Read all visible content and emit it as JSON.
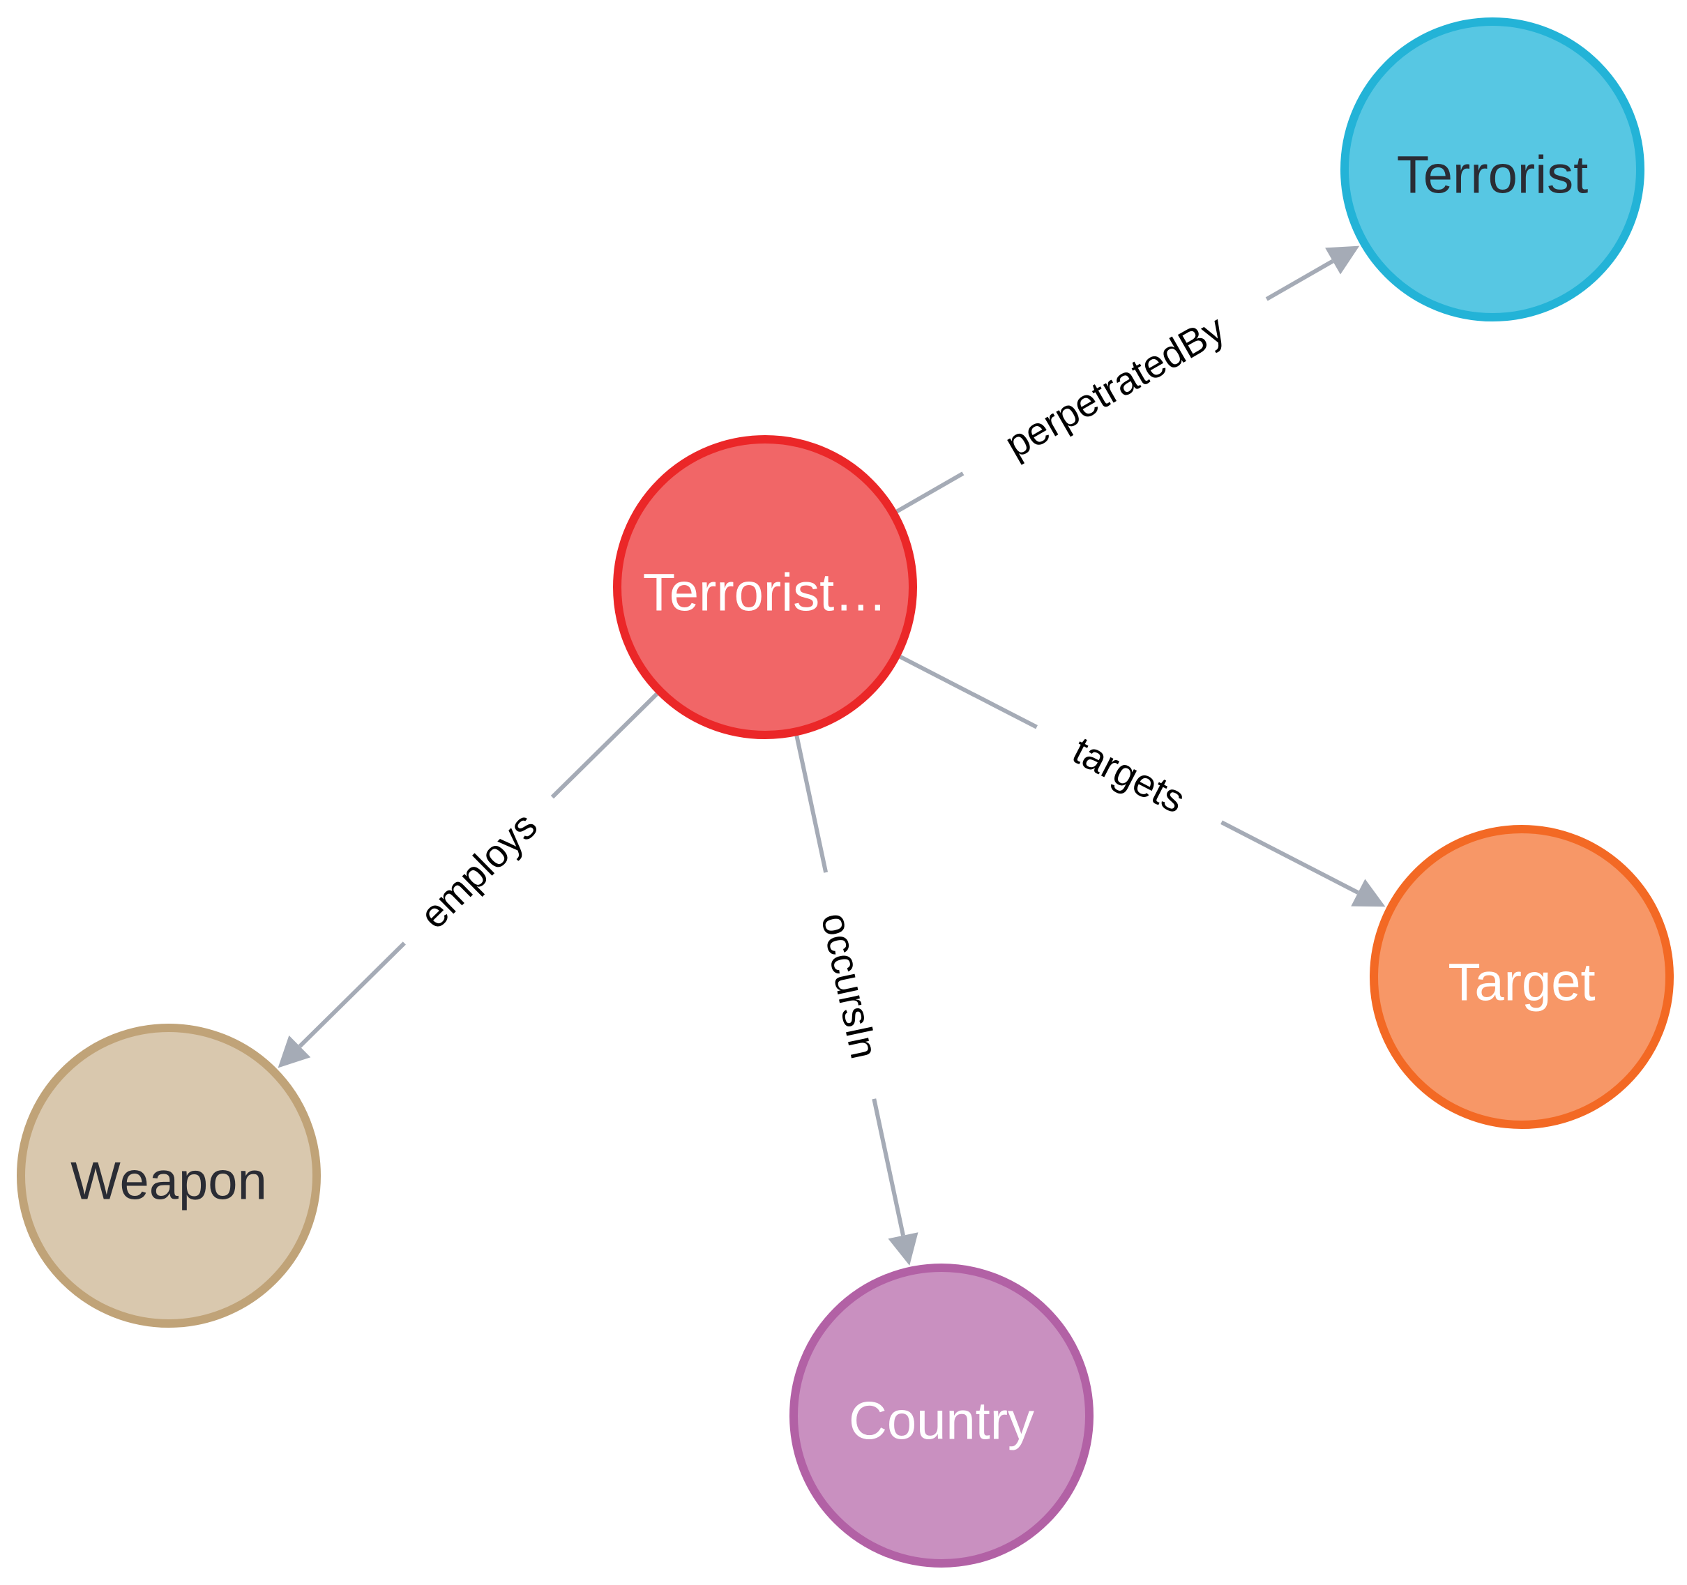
{
  "graph": {
    "nodes": [
      {
        "id": "incident",
        "label": "Terrorist…",
        "fill": "#f16667",
        "stroke": "#eb2728",
        "text_color": "#ffffff"
      },
      {
        "id": "terrorist",
        "label": "Terrorist",
        "fill": "#57c7e3",
        "stroke": "#23b3d7",
        "text_color": "#2a2c34"
      },
      {
        "id": "target",
        "label": "Target",
        "fill": "#f79767",
        "stroke": "#f36924",
        "text_color": "#ffffff"
      },
      {
        "id": "weapon",
        "label": "Weapon",
        "fill": "#d9c8ae",
        "stroke": "#c0a378",
        "text_color": "#2a2c34"
      },
      {
        "id": "country",
        "label": "Country",
        "fill": "#c990c0",
        "stroke": "#b261a5",
        "text_color": "#ffffff"
      }
    ],
    "edges": [
      {
        "id": "perpetratedBy",
        "source": "incident",
        "target": "terrorist",
        "label": "perpetratedBy"
      },
      {
        "id": "targets",
        "source": "incident",
        "target": "target",
        "label": "targets"
      },
      {
        "id": "employs",
        "source": "incident",
        "target": "weapon",
        "label": "employs"
      },
      {
        "id": "occursIn",
        "source": "incident",
        "target": "country",
        "label": "occursIn"
      }
    ],
    "edge_color": "#a5abb6"
  }
}
